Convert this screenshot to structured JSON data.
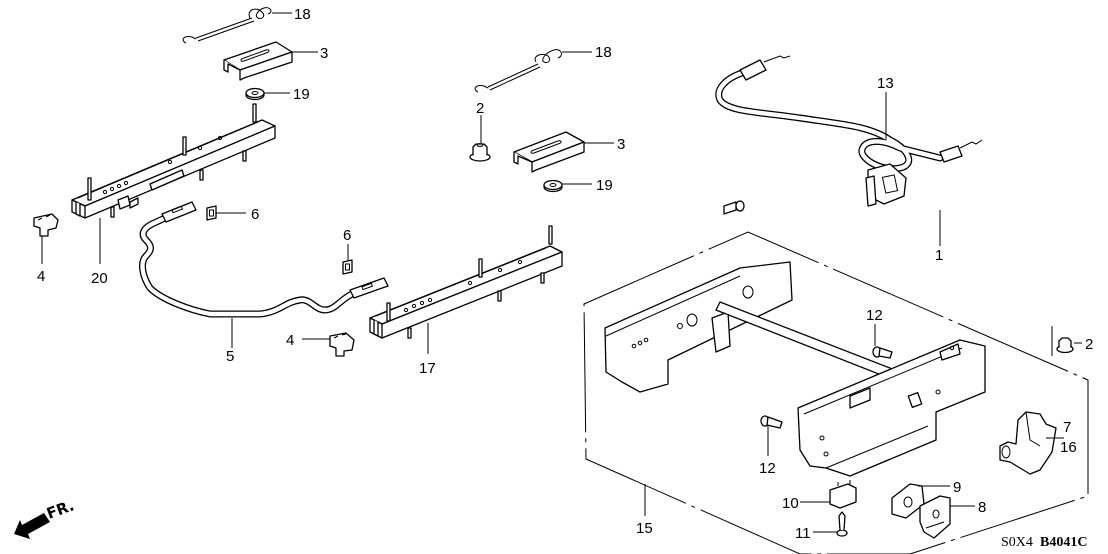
{
  "diagram": {
    "type": "exploded-parts-diagram",
    "subject": "seat rail and seat frame assembly",
    "diagram_code": {
      "prefix": "S0X4",
      "code": "B4041C"
    },
    "direction_indicator": {
      "label": "FR."
    },
    "callouts": [
      {
        "id": "c18a",
        "label": "18",
        "part": "spring hook (left rail)"
      },
      {
        "id": "c3a",
        "label": "3",
        "part": "slide bracket (left rail)"
      },
      {
        "id": "c19a",
        "label": "19",
        "part": "washer (left rail)"
      },
      {
        "id": "c18b",
        "label": "18",
        "part": "spring hook (right rail)"
      },
      {
        "id": "c2a",
        "label": "2",
        "part": "flange nut"
      },
      {
        "id": "c3b",
        "label": "3",
        "part": "slide bracket (right rail)"
      },
      {
        "id": "c19b",
        "label": "19",
        "part": "washer (right rail)"
      },
      {
        "id": "c13",
        "label": "13",
        "part": "cable assembly"
      },
      {
        "id": "c1",
        "label": "1",
        "part": "screw"
      },
      {
        "id": "c4a",
        "label": "4",
        "part": "rail end cap (left)"
      },
      {
        "id": "c20",
        "label": "20",
        "part": "seat rail (left)"
      },
      {
        "id": "c6a",
        "label": "6",
        "part": "clip"
      },
      {
        "id": "c6b",
        "label": "6",
        "part": "clip"
      },
      {
        "id": "c5",
        "label": "5",
        "part": "slide lock rod"
      },
      {
        "id": "c4b",
        "label": "4",
        "part": "rail end cap (right)"
      },
      {
        "id": "c17",
        "label": "17",
        "part": "seat rail (right)"
      },
      {
        "id": "c12a",
        "label": "12",
        "part": "bolt"
      },
      {
        "id": "c2b",
        "label": "2",
        "part": "flange nut"
      },
      {
        "id": "c12b",
        "label": "12",
        "part": "bolt"
      },
      {
        "id": "c7",
        "label": "7",
        "part": "latch assembly"
      },
      {
        "id": "c16",
        "label": "16",
        "part": "latch assembly"
      },
      {
        "id": "c9",
        "label": "9",
        "part": "plate"
      },
      {
        "id": "c8",
        "label": "8",
        "part": "striker plate"
      },
      {
        "id": "c10",
        "label": "10",
        "part": "cushion stopper"
      },
      {
        "id": "c11",
        "label": "11",
        "part": "tapping screw"
      },
      {
        "id": "c15",
        "label": "15",
        "part": "seat frame assembly"
      }
    ]
  }
}
